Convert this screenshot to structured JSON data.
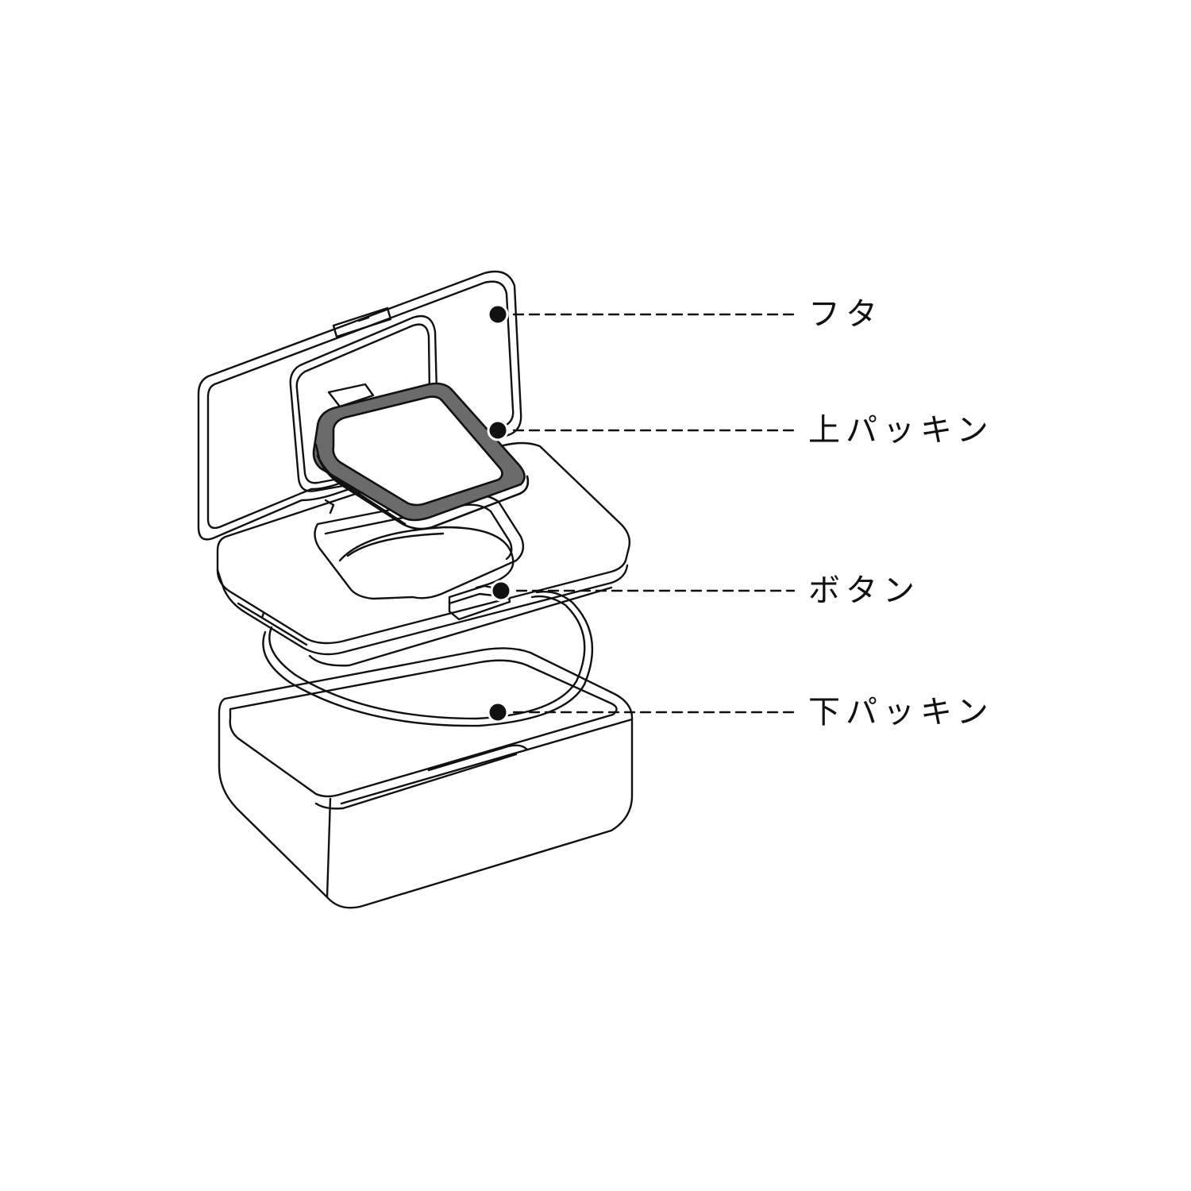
{
  "colors": {
    "line": "#111111",
    "packing_upper": "#6b6b6b",
    "background": "#ffffff"
  },
  "callouts": [
    {
      "id": "lid",
      "label": "フタ"
    },
    {
      "id": "upper_packing",
      "label": "上パッキン"
    },
    {
      "id": "button",
      "label": "ボタン"
    },
    {
      "id": "lower_packing",
      "label": "下パッキン"
    }
  ]
}
